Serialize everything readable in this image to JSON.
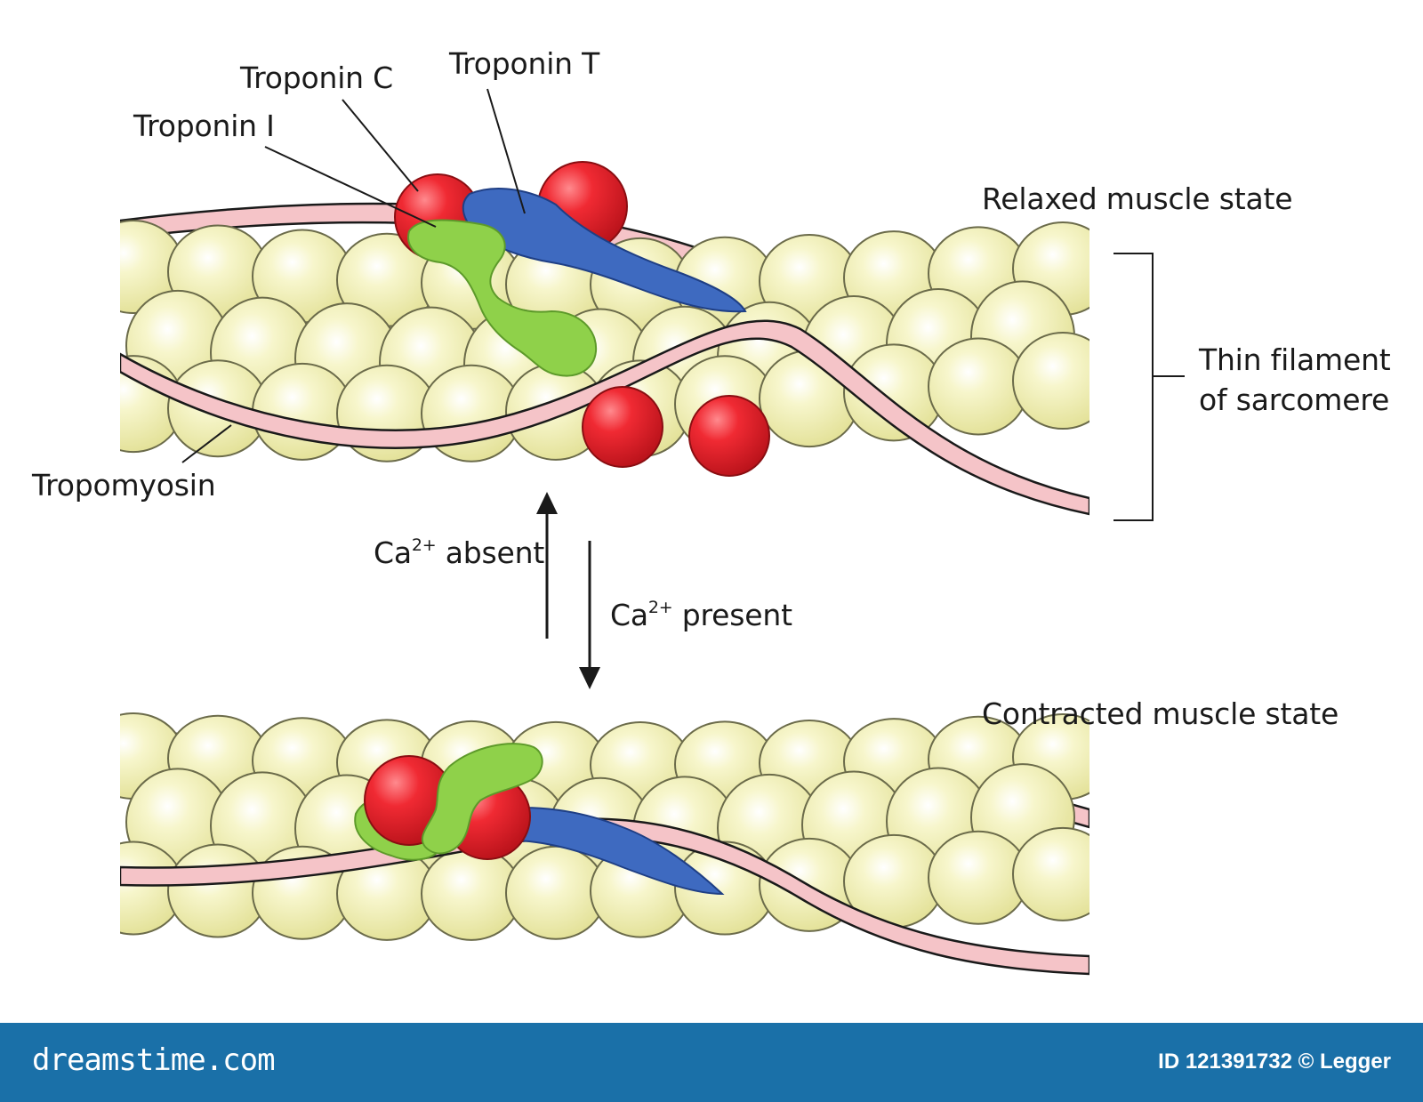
{
  "labels": {
    "troponin_c": "Troponin C",
    "troponin_t": "Troponin T",
    "troponin_i": "Troponin I",
    "tropomyosin": "Tropomyosin",
    "relaxed_state": "Relaxed muscle state",
    "contracted_state": "Contracted muscle state",
    "thin_filament_line1": "Thin filament",
    "thin_filament_line2": "of sarcomere",
    "ca_absent_base": "Ca",
    "ca_absent_sup": "2+",
    "ca_absent_text": " absent",
    "ca_present_base": "Ca",
    "ca_present_sup": "2+",
    "ca_present_text": " present"
  },
  "footer": {
    "brand": "dreamstime.com",
    "stock_id": "ID 121391732 © Legger"
  },
  "colors": {
    "actin_fill": "#f3f1b2",
    "actin_stroke": "#6b6b4a",
    "tropomyosin_fill": "#f5c4c8",
    "troponin_c_red": "#e0202a",
    "troponin_t_blue": "#3e6ac0",
    "troponin_i_green": "#8fd14a",
    "footer_bg": "#1a70a8"
  }
}
